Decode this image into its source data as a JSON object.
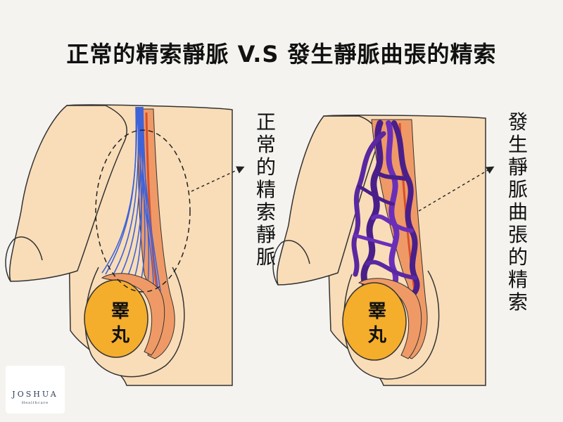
{
  "title": "正常的精索靜脈 V.S 發生靜脈曲張的精索",
  "left_label": "正常的精索靜脈",
  "right_label": "發生靜脈曲張的精索",
  "testis_label_left": "睪丸",
  "testis_label_right": "睪丸",
  "logo": {
    "brand": "JOSHUA",
    "sub": "Healthcare"
  },
  "colors": {
    "skin": "#f9ddb8",
    "testis": "#f5ad2c",
    "epididymis": "#ef9a66",
    "normal_vein": "#3f63d8",
    "artery": "#d94f2a",
    "varicose_dark": "#4a1f8a",
    "varicose_light": "#6a2fb8"
  }
}
